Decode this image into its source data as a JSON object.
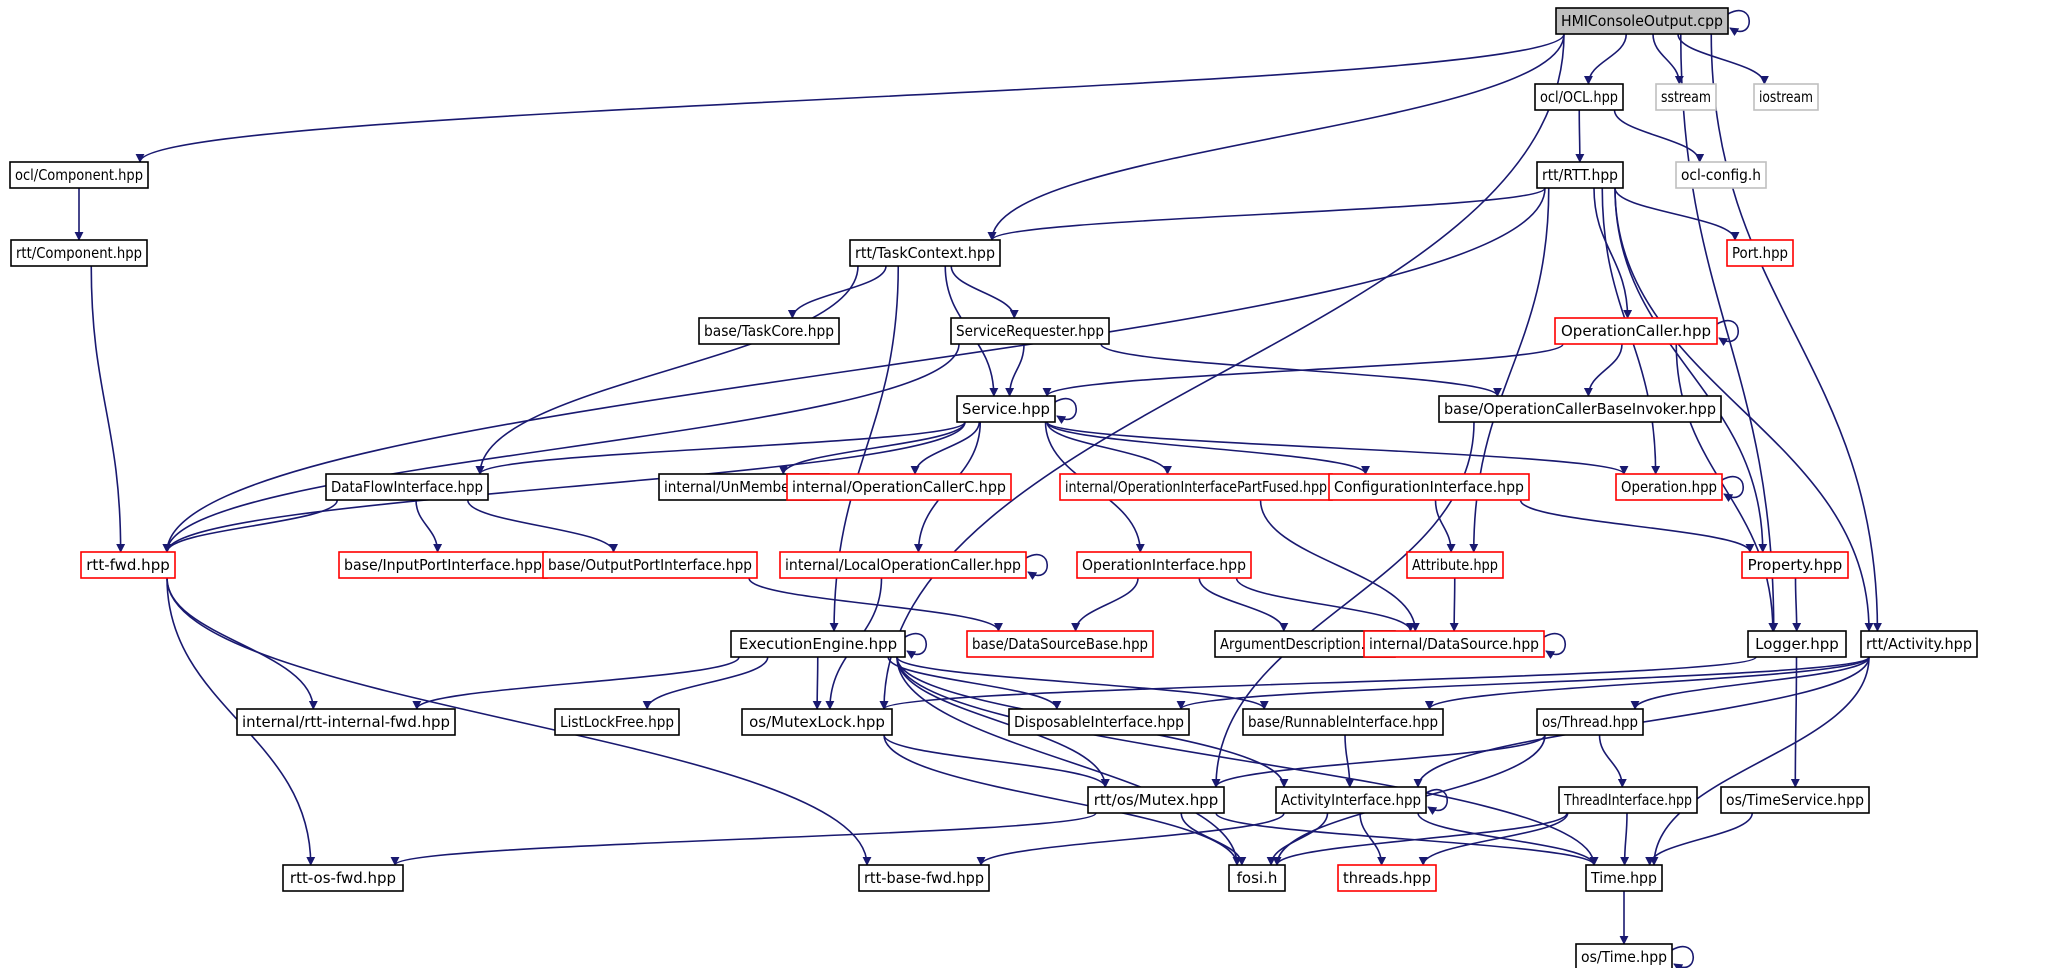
{
  "colors": {
    "edge": "#191970",
    "border_default": "#000000",
    "border_red": "#ff0000",
    "border_gray": "#bfbfbf",
    "fill_root": "#bfbfbf",
    "fill_default": "#ffffff"
  },
  "nodes": [
    {
      "id": "root",
      "label": "HMIConsoleOutput.cpp",
      "style": "root"
    },
    {
      "id": "ocl_hpp",
      "label": "ocl/OCL.hpp",
      "style": "default"
    },
    {
      "id": "sstream",
      "label": "sstream",
      "style": "gray"
    },
    {
      "id": "iostream",
      "label": "iostream",
      "style": "gray"
    },
    {
      "id": "ocl_component",
      "label": "ocl/Component.hpp",
      "style": "default"
    },
    {
      "id": "rtt_component",
      "label": "rtt/Component.hpp",
      "style": "default"
    },
    {
      "id": "rtt_rtt",
      "label": "rtt/RTT.hpp",
      "style": "default"
    },
    {
      "id": "ocl_config",
      "label": "ocl-config.h",
      "style": "gray"
    },
    {
      "id": "taskcontext",
      "label": "rtt/TaskContext.hpp",
      "style": "default"
    },
    {
      "id": "port",
      "label": "Port.hpp",
      "style": "red"
    },
    {
      "id": "taskcore",
      "label": "base/TaskCore.hpp",
      "style": "default"
    },
    {
      "id": "servicerequester",
      "label": "ServiceRequester.hpp",
      "style": "default"
    },
    {
      "id": "operationcaller",
      "label": "OperationCaller.hpp",
      "style": "red"
    },
    {
      "id": "service",
      "label": "Service.hpp",
      "style": "default"
    },
    {
      "id": "opcallerbaseinvoker",
      "label": "base/OperationCallerBaseInvoker.hpp",
      "style": "default"
    },
    {
      "id": "dataflow",
      "label": "DataFlowInterface.hpp",
      "style": "default"
    },
    {
      "id": "unmember",
      "label": "internal/UnMember.hpp",
      "style": "default"
    },
    {
      "id": "opcallerc",
      "label": "internal/OperationCallerC.hpp",
      "style": "red"
    },
    {
      "id": "opifpartfused",
      "label": "internal/OperationInterfacePartFused.hpp",
      "style": "red"
    },
    {
      "id": "configif",
      "label": "ConfigurationInterface.hpp",
      "style": "red"
    },
    {
      "id": "operation",
      "label": "Operation.hpp",
      "style": "red"
    },
    {
      "id": "rttfwd",
      "label": "rtt-fwd.hpp",
      "style": "red"
    },
    {
      "id": "inputport",
      "label": "base/InputPortInterface.hpp",
      "style": "red"
    },
    {
      "id": "outputport",
      "label": "base/OutputPortInterface.hpp",
      "style": "red"
    },
    {
      "id": "localopcaller",
      "label": "internal/LocalOperationCaller.hpp",
      "style": "red"
    },
    {
      "id": "opinterface",
      "label": "OperationInterface.hpp",
      "style": "red"
    },
    {
      "id": "attribute",
      "label": "Attribute.hpp",
      "style": "red"
    },
    {
      "id": "property",
      "label": "Property.hpp",
      "style": "red"
    },
    {
      "id": "execengine",
      "label": "ExecutionEngine.hpp",
      "style": "default"
    },
    {
      "id": "datasourcebase",
      "label": "base/DataSourceBase.hpp",
      "style": "red"
    },
    {
      "id": "argdesc",
      "label": "ArgumentDescription.hpp",
      "style": "default"
    },
    {
      "id": "datasource",
      "label": "internal/DataSource.hpp",
      "style": "red"
    },
    {
      "id": "logger",
      "label": "Logger.hpp",
      "style": "default"
    },
    {
      "id": "rttactivity",
      "label": "rtt/Activity.hpp",
      "style": "default"
    },
    {
      "id": "rttinternalfwd",
      "label": "internal/rtt-internal-fwd.hpp",
      "style": "default"
    },
    {
      "id": "listlockfree",
      "label": "ListLockFree.hpp",
      "style": "default"
    },
    {
      "id": "mutexlock",
      "label": "os/MutexLock.hpp",
      "style": "default"
    },
    {
      "id": "disposable",
      "label": "DisposableInterface.hpp",
      "style": "default"
    },
    {
      "id": "runnable",
      "label": "base/RunnableInterface.hpp",
      "style": "default"
    },
    {
      "id": "osthread",
      "label": "os/Thread.hpp",
      "style": "default"
    },
    {
      "id": "mutex",
      "label": "rtt/os/Mutex.hpp",
      "style": "default"
    },
    {
      "id": "activityif",
      "label": "ActivityInterface.hpp",
      "style": "default"
    },
    {
      "id": "threadif",
      "label": "ThreadInterface.hpp",
      "style": "default"
    },
    {
      "id": "timeservice",
      "label": "os/TimeService.hpp",
      "style": "default"
    },
    {
      "id": "rttosfwd",
      "label": "rtt-os-fwd.hpp",
      "style": "default"
    },
    {
      "id": "rttbasefwd",
      "label": "rtt-base-fwd.hpp",
      "style": "default"
    },
    {
      "id": "fosi",
      "label": "fosi.h",
      "style": "default"
    },
    {
      "id": "threads",
      "label": "threads.hpp",
      "style": "red"
    },
    {
      "id": "time",
      "label": "Time.hpp",
      "style": "default"
    },
    {
      "id": "ostime",
      "label": "os/Time.hpp",
      "style": "default"
    }
  ],
  "edges": [
    [
      "root",
      "root"
    ],
    [
      "root",
      "ocl_hpp"
    ],
    [
      "root",
      "sstream"
    ],
    [
      "root",
      "iostream"
    ],
    [
      "root",
      "ocl_component"
    ],
    [
      "root",
      "taskcontext"
    ],
    [
      "root",
      "mutexlock"
    ],
    [
      "root",
      "logger"
    ],
    [
      "root",
      "rttactivity"
    ],
    [
      "ocl_hpp",
      "rtt_rtt"
    ],
    [
      "ocl_hpp",
      "ocl_config"
    ],
    [
      "ocl_component",
      "rtt_component"
    ],
    [
      "rtt_component",
      "rttfwd"
    ],
    [
      "rtt_rtt",
      "taskcontext"
    ],
    [
      "rtt_rtt",
      "rttfwd"
    ],
    [
      "rtt_rtt",
      "port"
    ],
    [
      "rtt_rtt",
      "operationcaller"
    ],
    [
      "rtt_rtt",
      "operation"
    ],
    [
      "rtt_rtt",
      "attribute"
    ],
    [
      "rtt_rtt",
      "property"
    ],
    [
      "rtt_rtt",
      "rttactivity"
    ],
    [
      "taskcontext",
      "taskcore"
    ],
    [
      "taskcontext",
      "servicerequester"
    ],
    [
      "taskcontext",
      "service"
    ],
    [
      "taskcontext",
      "dataflow"
    ],
    [
      "taskcontext",
      "execengine"
    ],
    [
      "servicerequester",
      "service"
    ],
    [
      "servicerequester",
      "opcallerbaseinvoker"
    ],
    [
      "servicerequester",
      "rttfwd"
    ],
    [
      "operationcaller",
      "operationcaller"
    ],
    [
      "operationcaller",
      "service"
    ],
    [
      "operationcaller",
      "opcallerbaseinvoker"
    ],
    [
      "operationcaller",
      "logger"
    ],
    [
      "service",
      "service"
    ],
    [
      "service",
      "dataflow"
    ],
    [
      "service",
      "unmember"
    ],
    [
      "service",
      "opcallerc"
    ],
    [
      "service",
      "opifpartfused"
    ],
    [
      "service",
      "configif"
    ],
    [
      "service",
      "operation"
    ],
    [
      "service",
      "opinterface"
    ],
    [
      "service",
      "localopcaller"
    ],
    [
      "service",
      "rttfwd"
    ],
    [
      "opcallerbaseinvoker",
      "mutex"
    ],
    [
      "dataflow",
      "rttfwd"
    ],
    [
      "dataflow",
      "inputport"
    ],
    [
      "dataflow",
      "outputport"
    ],
    [
      "opifpartfused",
      "datasource"
    ],
    [
      "configif",
      "attribute"
    ],
    [
      "configif",
      "property"
    ],
    [
      "operation",
      "operation"
    ],
    [
      "rttfwd",
      "rttinternalfwd"
    ],
    [
      "rttfwd",
      "rttosfwd"
    ],
    [
      "rttfwd",
      "rttbasefwd"
    ],
    [
      "outputport",
      "datasourcebase"
    ],
    [
      "localopcaller",
      "localopcaller"
    ],
    [
      "localopcaller",
      "mutexlock"
    ],
    [
      "opinterface",
      "datasourcebase"
    ],
    [
      "opinterface",
      "argdesc"
    ],
    [
      "opinterface",
      "datasource"
    ],
    [
      "attribute",
      "datasource"
    ],
    [
      "property",
      "logger"
    ],
    [
      "datasource",
      "datasource"
    ],
    [
      "execengine",
      "execengine"
    ],
    [
      "execengine",
      "rttinternalfwd"
    ],
    [
      "execengine",
      "listlockfree"
    ],
    [
      "execengine",
      "mutexlock"
    ],
    [
      "execengine",
      "disposable"
    ],
    [
      "execengine",
      "runnable"
    ],
    [
      "execengine",
      "mutex"
    ],
    [
      "execengine",
      "activityif"
    ],
    [
      "execengine",
      "fosi"
    ],
    [
      "execengine",
      "time"
    ],
    [
      "logger",
      "mutexlock"
    ],
    [
      "logger",
      "timeservice"
    ],
    [
      "rttactivity",
      "runnable"
    ],
    [
      "rttactivity",
      "disposable"
    ],
    [
      "rttactivity",
      "osthread"
    ],
    [
      "rttactivity",
      "activityif"
    ],
    [
      "rttactivity",
      "time"
    ],
    [
      "mutexlock",
      "mutex"
    ],
    [
      "mutexlock",
      "fosi"
    ],
    [
      "osthread",
      "threadif"
    ],
    [
      "osthread",
      "mutex"
    ],
    [
      "osthread",
      "fosi"
    ],
    [
      "runnable",
      "activityif"
    ],
    [
      "mutex",
      "fosi"
    ],
    [
      "mutex",
      "rttosfwd"
    ],
    [
      "mutex",
      "time"
    ],
    [
      "activityif",
      "activityif"
    ],
    [
      "activityif",
      "fosi"
    ],
    [
      "activityif",
      "threads"
    ],
    [
      "activityif",
      "time"
    ],
    [
      "activityif",
      "rttbasefwd"
    ],
    [
      "threadif",
      "fosi"
    ],
    [
      "threadif",
      "threads"
    ],
    [
      "threadif",
      "time"
    ],
    [
      "timeservice",
      "time"
    ],
    [
      "time",
      "ostime"
    ],
    [
      "ostime",
      "ostime"
    ]
  ]
}
